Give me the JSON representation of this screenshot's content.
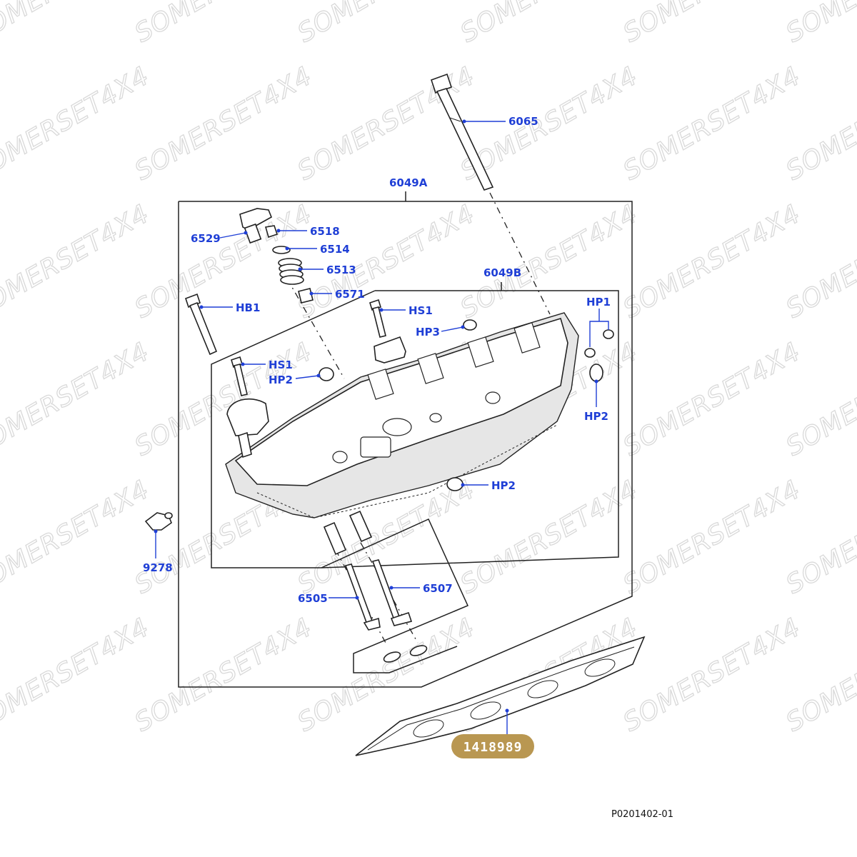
{
  "watermark": {
    "text": "SOMERSET4X4",
    "color": "#d9d9d9"
  },
  "labels": {
    "l6065": "6065",
    "l6049A": "6049A",
    "l6529": "6529",
    "l6518": "6518",
    "l6514": "6514",
    "l6513": "6513",
    "l6049B": "6049B",
    "l6571": "6571",
    "lHB1": "HB1",
    "lHS1a": "HS1",
    "lHP1": "HP1",
    "lHP3": "HP3",
    "lHS1b": "HS1",
    "lHP2a": "HP2",
    "lHP2b": "HP2",
    "lHP2c": "HP2",
    "l9278": "9278",
    "l6505": "6505",
    "l6507": "6507"
  },
  "part_badge": {
    "text": "1418989",
    "color": "#b99751"
  },
  "diagram_code": "P0201402-01",
  "colors": {
    "label": "#1f3fd6",
    "line": "#222222"
  }
}
